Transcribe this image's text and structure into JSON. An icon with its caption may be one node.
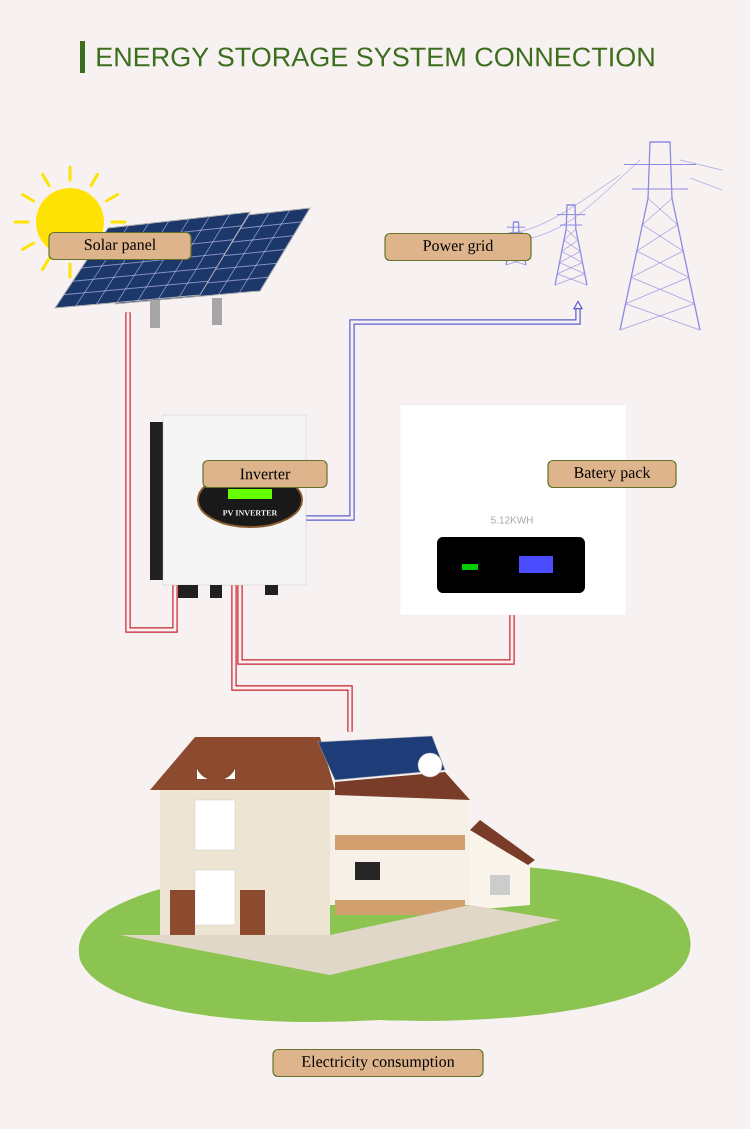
{
  "diagram": {
    "title": "ENERGY STORAGE SYSTEM CONNECTION",
    "nodes": [
      {
        "text": [
          "Solar panel"
        ]
      },
      {
        "text": [
          "Power grid"
        ]
      },
      {
        "text": [
          "Inverter"
        ]
      },
      {
        "text": [
          "Batery pack"
        ]
      },
      {
        "text": [
          "Electricity consumption"
        ]
      }
    ],
    "edges": [
      {
        "from": 0,
        "to": 2,
        "arrow": "none"
      },
      {
        "from": 2,
        "to": 1,
        "arrow": "to",
        "color": "#5a5fd0"
      },
      {
        "from": 3,
        "to": 2,
        "arrow": "none"
      },
      {
        "from": 2,
        "to": 4,
        "arrow": "none"
      }
    ],
    "labels": [
      "PV INVERTER",
      "5.12KWH"
    ]
  }
}
